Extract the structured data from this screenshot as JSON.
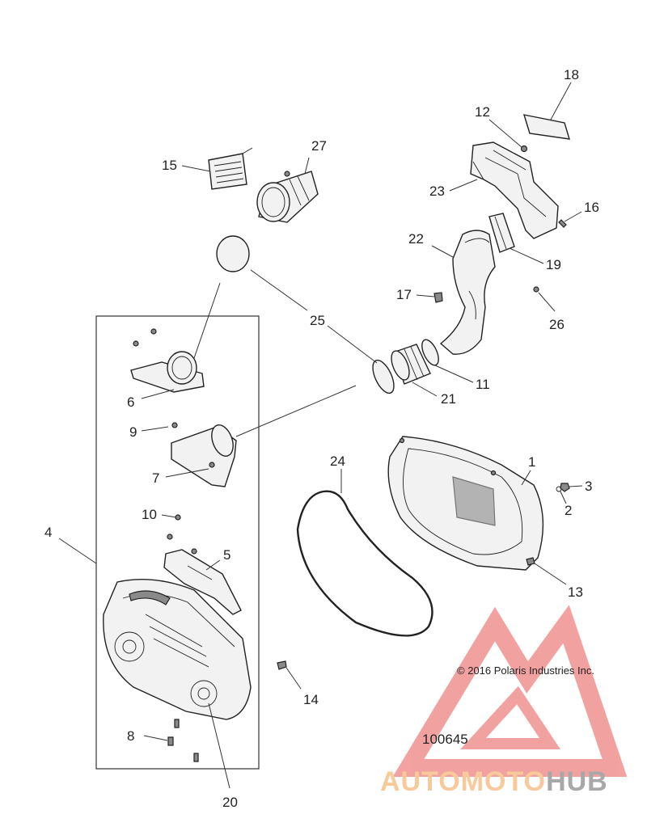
{
  "labels": {
    "p1": "1",
    "p2": "2",
    "p3": "3",
    "p4": "4",
    "p5": "5",
    "p6": "6",
    "p7": "7",
    "p8": "8",
    "p9": "9",
    "p10": "10",
    "p11": "11",
    "p12": "12",
    "p13": "13",
    "p14": "14",
    "p15": "15",
    "p16": "16",
    "p17": "17",
    "p18": "18",
    "p19": "19",
    "p20": "20",
    "p21": "21",
    "p22": "22",
    "p23": "23",
    "p24": "24",
    "p25": "25",
    "p26": "26",
    "p27": "27"
  },
  "copyright": "© 2016 Polaris Industries Inc.",
  "diagram_number": "100645",
  "watermark": {
    "part1": "AUTOMOTO",
    "part2": "HUB",
    "color1": "#f7c99b",
    "color2": "#a8a8a8",
    "logo_color": "#f08a8a"
  }
}
